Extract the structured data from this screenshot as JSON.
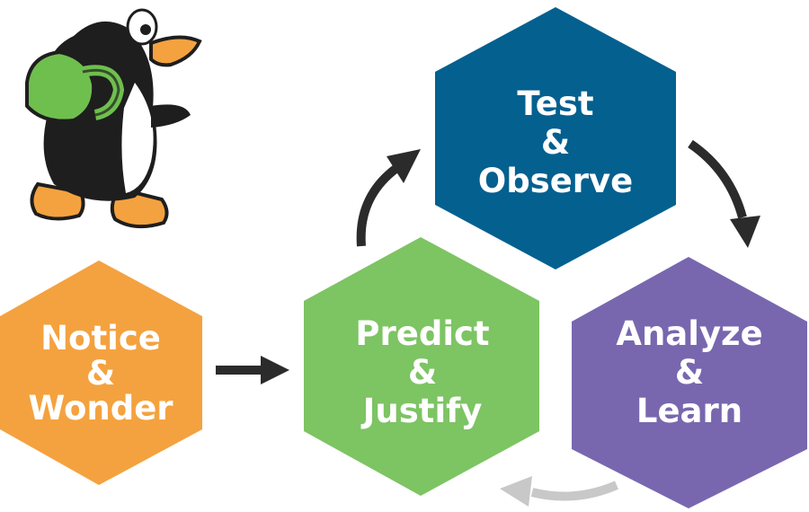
{
  "diagram": {
    "nodes": [
      {
        "id": "notice",
        "lines": [
          "Notice",
          "&",
          "Wonder"
        ],
        "color": "#F4A23F"
      },
      {
        "id": "predict",
        "lines": [
          "Predict",
          "&",
          "Justify"
        ],
        "color": "#7DC463"
      },
      {
        "id": "test",
        "lines": [
          "Test",
          "&",
          "Observe"
        ],
        "color": "#04608F"
      },
      {
        "id": "analyze",
        "lines": [
          "Analyze",
          "&",
          "Learn"
        ],
        "color": "#7867AF"
      }
    ],
    "arrow_colors": {
      "primary": "#2B2B2B",
      "faded": "#C8C8C8"
    },
    "mascot": {
      "icon": "penguin-with-backpack-icon",
      "body": "#1E1E1E",
      "beak": "#F4A23F",
      "backpack": "#6FBF4E"
    }
  }
}
